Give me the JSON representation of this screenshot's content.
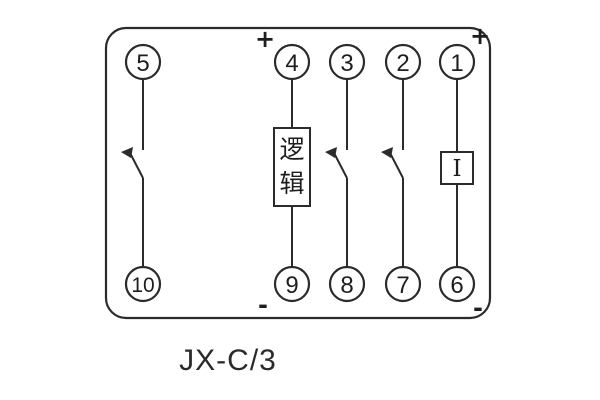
{
  "title": "JX-C/3",
  "terminals": {
    "top": [
      "5",
      "4",
      "3",
      "2",
      "1"
    ],
    "bottom": [
      "10",
      "9",
      "8",
      "7",
      "6"
    ]
  },
  "boxes": {
    "logic_char_top": "逻",
    "logic_char_bottom": "辑",
    "current": "I"
  },
  "polarity": {
    "plus_top_left": "+",
    "plus_top_right": "+",
    "minus_bottom_left": "-",
    "minus_bottom_right": "-"
  },
  "colors": {
    "line": "#2b2b2b",
    "background": "#ffffff"
  }
}
